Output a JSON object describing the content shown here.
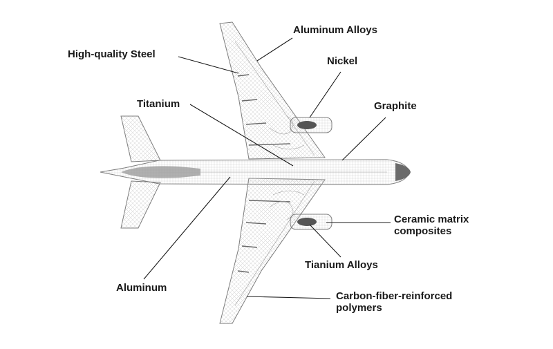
{
  "diagram": {
    "labels": {
      "aluminum_alloys": "Aluminum Alloys",
      "high_quality_steel": "High-quality Steel",
      "nickel": "Nickel",
      "titanium": "Titanium",
      "graphite": "Graphite",
      "ceramic_line1": "Ceramic matrix",
      "ceramic_line2": "composites",
      "tianium_alloys": "Tianium Alloys",
      "aluminum": "Aluminum",
      "cfrp_line1": "Carbon-fiber-reinforced",
      "cfrp_line2": "polymers"
    },
    "colors": {
      "text": "#1a1a1a",
      "leader_line": "#1a1a1a",
      "wireframe": "#8a8a8a",
      "wireframe_fill": "#efefef",
      "engine_dark": "#555555"
    }
  }
}
